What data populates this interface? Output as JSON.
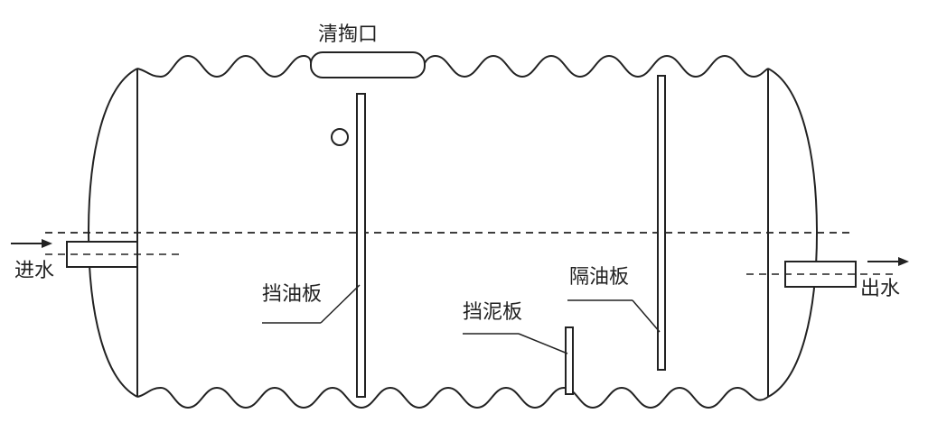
{
  "labels": {
    "cleanout_port": "清掏口",
    "water_inlet": "进水",
    "water_outlet": "出水",
    "oil_baffle": "挡油板",
    "mud_baffle": "挡泥板",
    "oil_partition": "隔油板"
  },
  "colors": {
    "stroke": "#222222",
    "background": "#ffffff"
  }
}
